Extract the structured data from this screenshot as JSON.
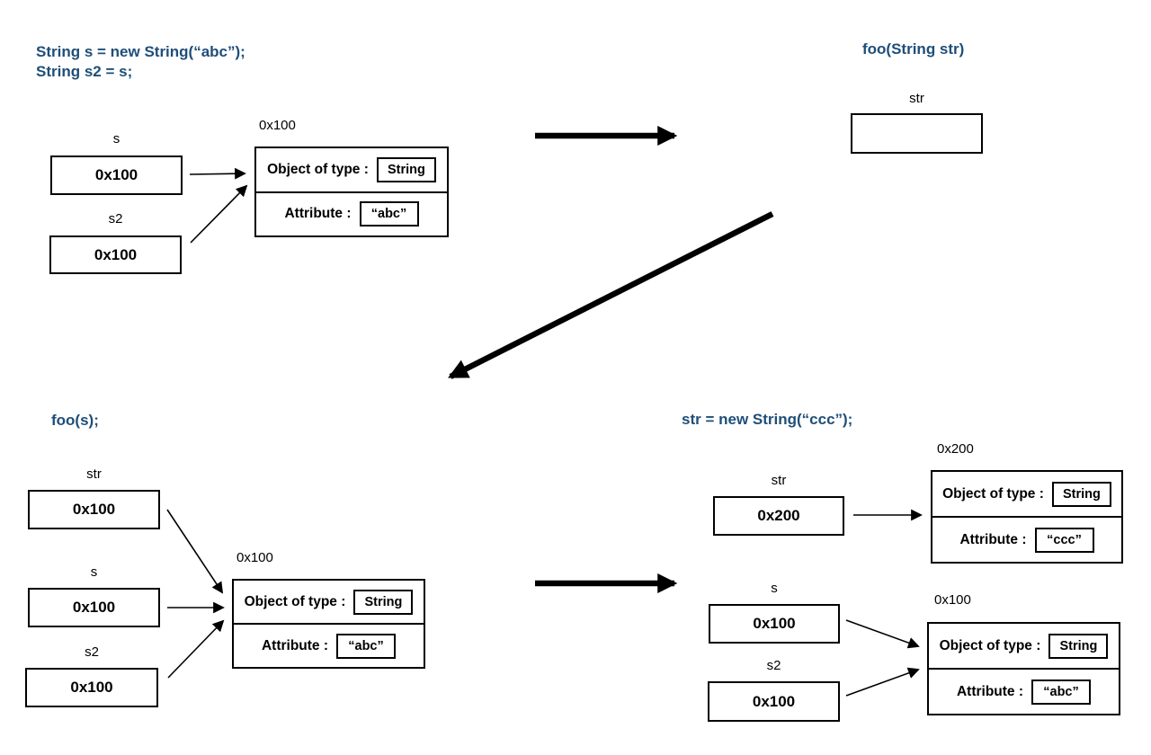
{
  "colors": {
    "code_text": "#1f4e79",
    "diagram_line": "#000000",
    "background": "#ffffff"
  },
  "panels": {
    "top_left": {
      "code_line1": "String s = new String(“abc”);",
      "code_line2": "String s2 = s;",
      "var_s": {
        "label": "s",
        "value": "0x100"
      },
      "var_s2": {
        "label": "s2",
        "value": "0x100"
      },
      "object": {
        "address": "0x100",
        "type_label": "Object of type :",
        "type_value": "String",
        "attribute_label": "Attribute :",
        "attribute_value": "“abc”"
      }
    },
    "top_right": {
      "code_line1": "foo(String str)",
      "var_str": {
        "label": "str",
        "value": ""
      }
    },
    "bottom_left": {
      "code_line1": "foo(s);",
      "var_str": {
        "label": "str",
        "value": "0x100"
      },
      "var_s": {
        "label": "s",
        "value": "0x100"
      },
      "var_s2": {
        "label": "s2",
        "value": "0x100"
      },
      "object": {
        "address": "0x100",
        "type_label": "Object of type :",
        "type_value": "String",
        "attribute_label": "Attribute :",
        "attribute_value": "“abc”"
      }
    },
    "bottom_right": {
      "code_line1": "str = new String(“ccc”);",
      "var_str": {
        "label": "str",
        "value": "0x200"
      },
      "var_s": {
        "label": "s",
        "value": "0x100"
      },
      "var_s2": {
        "label": "s2",
        "value": "0x100"
      },
      "object_0x200": {
        "address": "0x200",
        "type_label": "Object of type :",
        "type_value": "String",
        "attribute_label": "Attribute :",
        "attribute_value": "“ccc”"
      },
      "object_0x100": {
        "address": "0x100",
        "type_label": "Object of type :",
        "type_value": "String",
        "attribute_label": "Attribute :",
        "attribute_value": "“abc”"
      }
    }
  }
}
